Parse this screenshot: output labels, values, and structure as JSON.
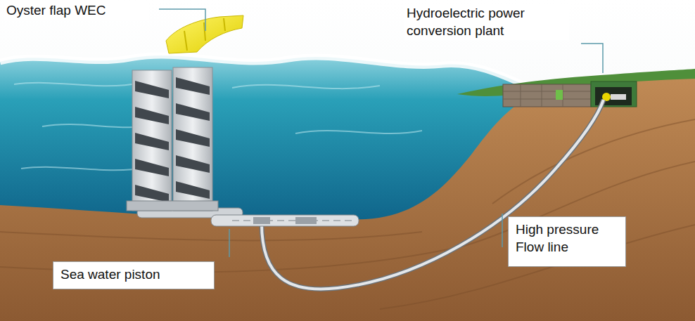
{
  "diagram": {
    "nodes": [
      {
        "text": [
          "High pressure Flow line"
        ]
      },
      {
        "text": [
          "Sea water piston"
        ]
      }
    ],
    "labels": [
      "Oyster flap WEC",
      "Hydroelectric power conversion plant"
    ]
  }
}
